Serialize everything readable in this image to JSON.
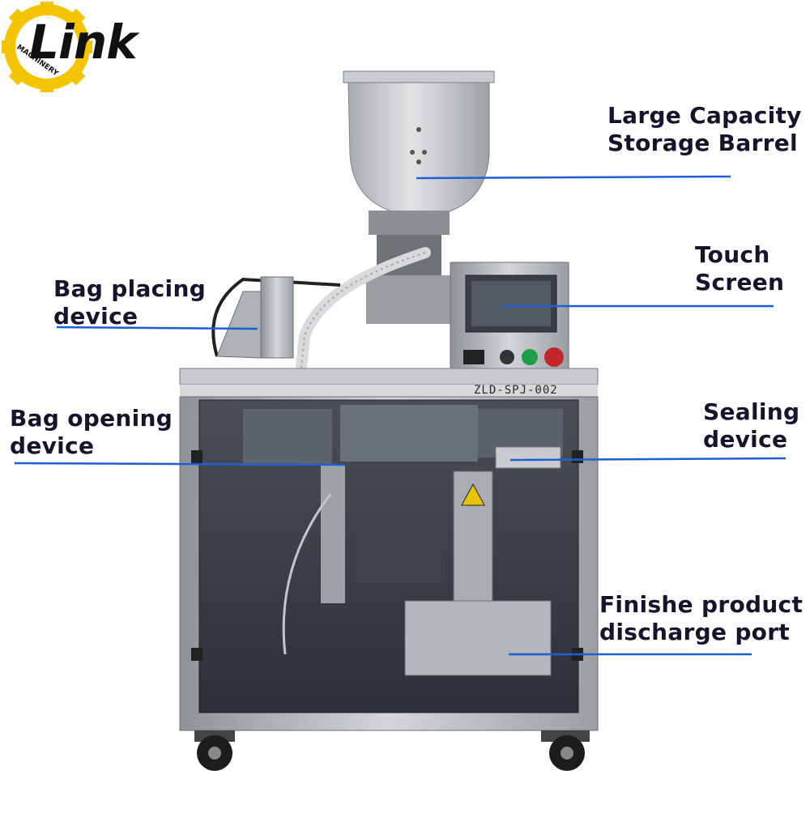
{
  "logo": {
    "brand": "Link",
    "sub": "MACHINERY",
    "gear_color": "#f5c400"
  },
  "machine": {
    "model_plate": "ZLD-SPJ-002"
  },
  "callouts": [
    {
      "id": "barrel",
      "line1": "Large Capacity",
      "line2": "Storage Barrel"
    },
    {
      "id": "touch",
      "line1": "Touch",
      "line2": "Screen"
    },
    {
      "id": "placing",
      "line1": "Bag placing",
      "line2": "device"
    },
    {
      "id": "opening",
      "line1": "Bag opening",
      "line2": "device"
    },
    {
      "id": "sealing",
      "line1": "Sealing",
      "line2": "device"
    },
    {
      "id": "discharge",
      "line1": "Finishe product",
      "line2": "discharge port"
    }
  ],
  "colors": {
    "pointer_line": "#1f5fd6",
    "label_text": "#16142a",
    "steel": "#b9bcc0",
    "frame_dark": "#3b3d42"
  }
}
